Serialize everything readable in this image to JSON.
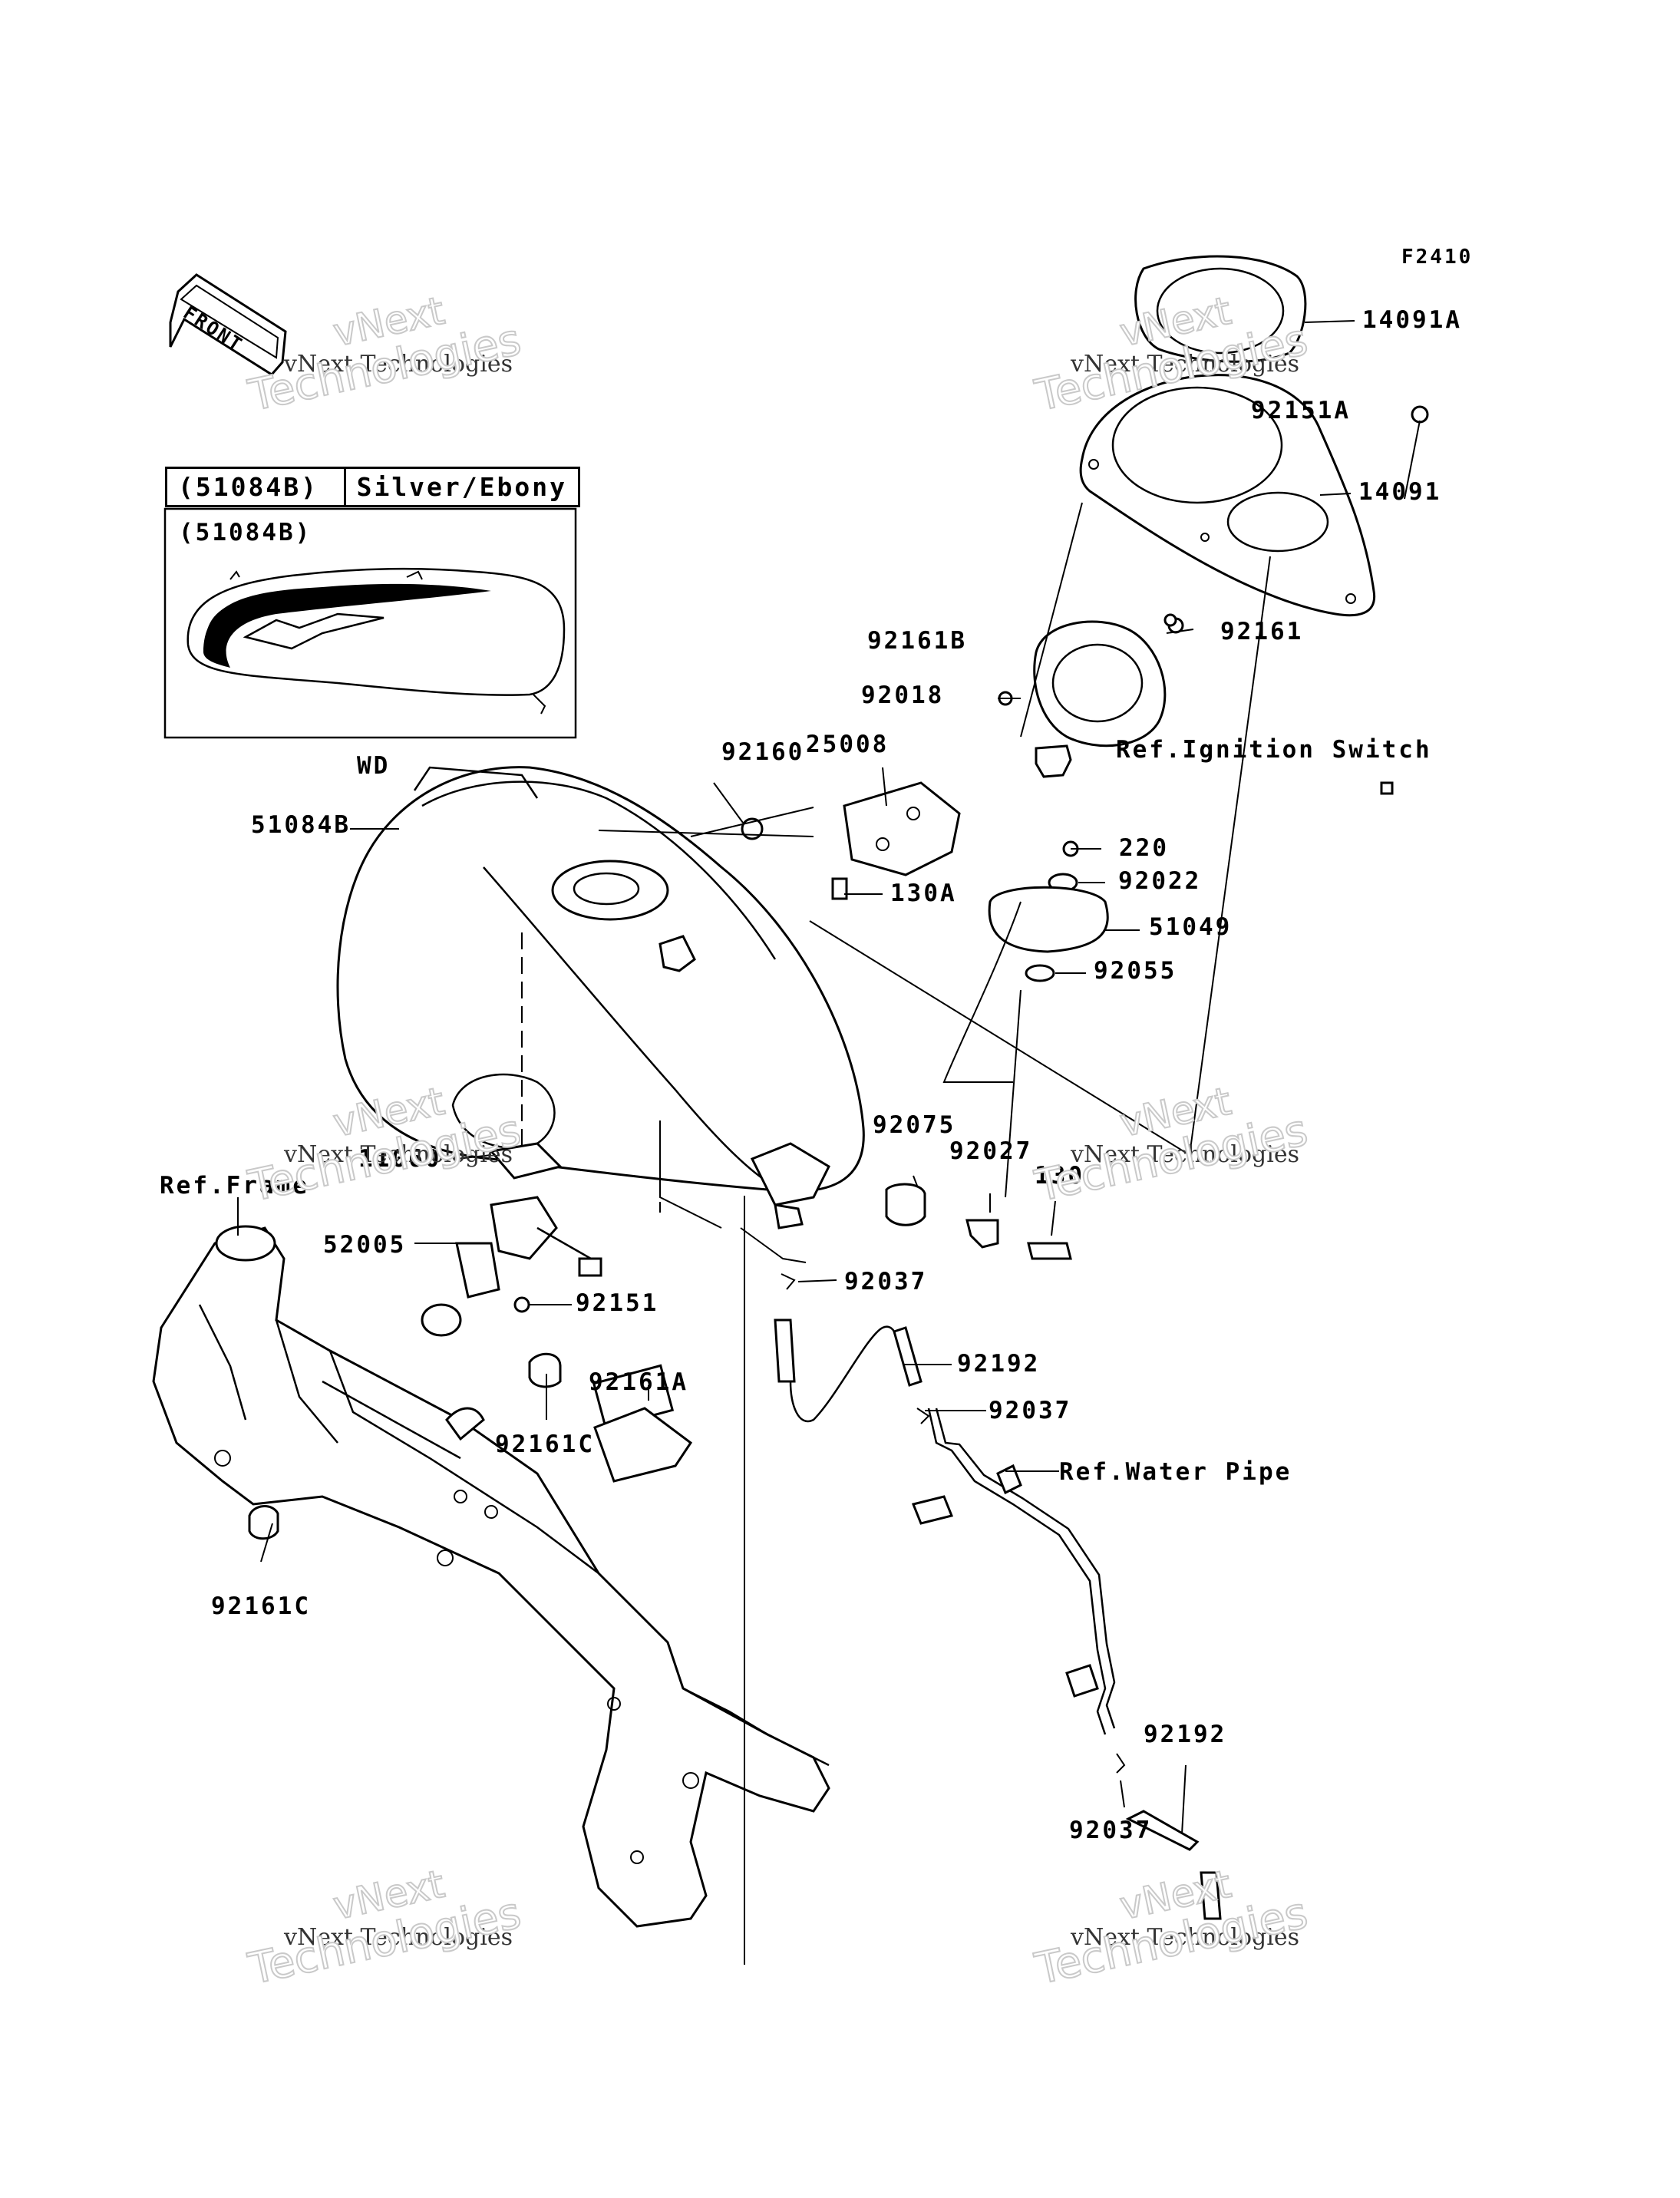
{
  "figure_id": "F2410",
  "front_label": "FRONT",
  "watermark": {
    "top": "vNext",
    "small": "vNext Technologies",
    "big": "Technologies"
  },
  "color_table": {
    "code": "(51084B)",
    "color": "Silver/Ebony"
  },
  "inset": {
    "code": "(51084B)",
    "caption": "WD"
  },
  "labels": {
    "p14091A": "14091A",
    "p92151A": "92151A",
    "p14091": "14091",
    "p92161": "92161",
    "p92161B": "92161B",
    "p92018": "92018",
    "ref_ignition": "Ref.Ignition Switch",
    "p92160": "92160",
    "p25008": "25008",
    "p51084B": "51084B",
    "p220": "220",
    "p92022": "92022",
    "p130A": "130A",
    "p51049": "51049",
    "p92055": "92055",
    "p92075": "92075",
    "p92027": "92027",
    "p130": "130",
    "p11060": "11060",
    "ref_frame": "Ref.Frame",
    "p52005": "52005",
    "p92037a": "92037",
    "p92151": "92151",
    "p92192a": "92192",
    "p92161A": "92161A",
    "p92037b": "92037",
    "p92161Ca": "92161C",
    "ref_water": "Ref.Water Pipe",
    "p92161Cb": "92161C",
    "p92192b": "92192",
    "p92037c": "92037"
  }
}
